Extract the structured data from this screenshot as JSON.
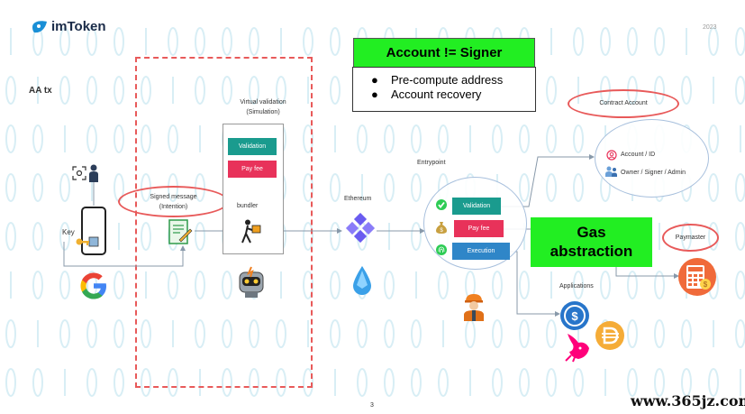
{
  "header": {
    "brand": "imToken",
    "year": "2023"
  },
  "aa_tx": "AA tx",
  "account_signer": {
    "title": "Account != Signer",
    "bullets": [
      "Pre-compute address",
      "Account recovery"
    ],
    "bullet_glyph": "●"
  },
  "virtual_validation": {
    "title_line1": "Virtual validation",
    "title_line2": "(Simulation)",
    "validation": "Validation",
    "pay_fee": "Pay fee",
    "bundler": "bundler"
  },
  "signed_message": {
    "line1": "Signed message",
    "line2": "(Intention)"
  },
  "key_label": "Key",
  "ethereum_label": "Ethereum",
  "entrypoint": {
    "label": "Entrypoint",
    "validation": "Validation",
    "pay_fee": "Pay fee",
    "execution": "Execution"
  },
  "contract_account": {
    "label": "Contract Account",
    "account_id": "Account / ID",
    "owner": "Owner / Signer / Admin"
  },
  "gas_abstraction": {
    "line1": "Gas",
    "line2": "abstraction"
  },
  "paymaster_label": "Paymaster",
  "applications_label": "Applications",
  "page_number": "3",
  "watermark": "www.365jz.com",
  "icons": {
    "brand": "imtoken-logo-icon",
    "face_id": "face-id-icon",
    "person": "person-icon",
    "phone": "phone-icon",
    "key": "key-icon",
    "google": "google-logo-icon",
    "document": "signed-document-icon",
    "bundler": "delivery-person-icon",
    "robot": "robot-icon",
    "ethereum": "ethereum-network-icon",
    "drop": "ethereum-drop-icon",
    "worker": "worker-icon",
    "check": "check-icon",
    "money_bag": "money-bag-icon",
    "fingerprint": "fingerprint-icon",
    "account": "account-icon",
    "owner": "owner-group-icon",
    "calculator": "calculator-icon",
    "usdc": "usdc-coin-icon",
    "dai": "dai-coin-icon",
    "uniswap": "uniswap-unicorn-icon"
  },
  "colors": {
    "accent_green": "#22ee22",
    "dashed_red": "#e85a5a",
    "teal": "#1a9b8e",
    "pink_red": "#e8325a",
    "blue": "#2f86c8"
  }
}
